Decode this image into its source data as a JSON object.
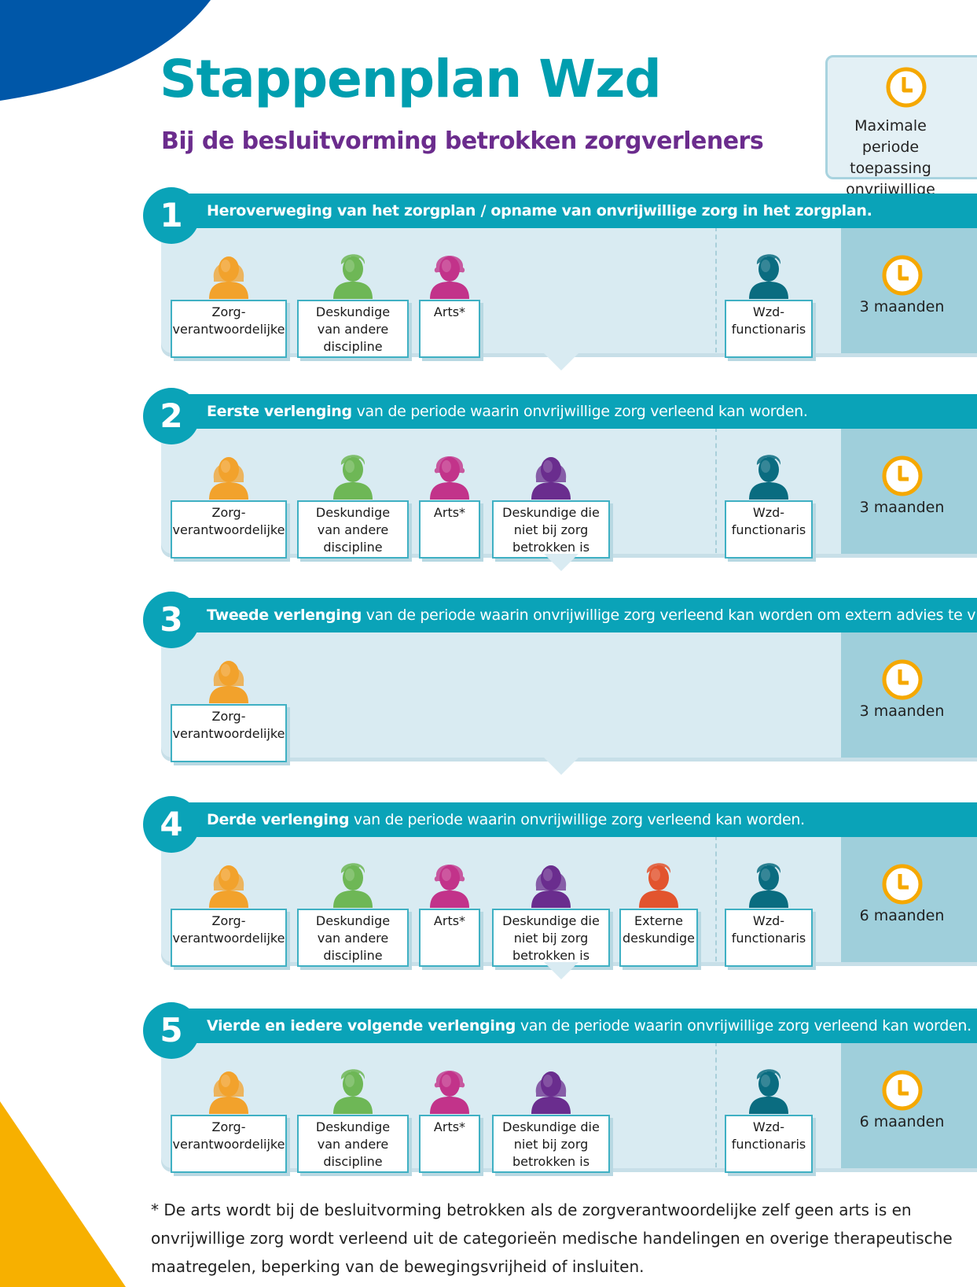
{
  "header": {
    "title": "Stappenplan Wzd",
    "subtitle": "Bij de besluitvorming betrokken zorgverleners"
  },
  "legend": {
    "text_lines": [
      "Maximale periode",
      "toepassing",
      "onvrijwillige zorg"
    ],
    "icon": "clock-icon"
  },
  "colors": {
    "teal": "#0aa3b8",
    "panel": "#d9ebf2",
    "period_column": "#9fcfdb",
    "zorgverantwoordelijke": "#f2a22c",
    "deskundige_andere_discipline": "#6eb756",
    "arts": "#c2338a",
    "deskundige_niet_betrokken": "#6a2d8e",
    "externe_deskundige": "#e2542e",
    "wzd_functionaris": "#0a6c80",
    "clock": "#f5a800"
  },
  "roles": {
    "zorg": [
      "Zorg-",
      "verantwoordelijke"
    ],
    "desk": [
      "Deskundige",
      "van andere",
      "discipline"
    ],
    "arts": [
      "Arts*"
    ],
    "niet": [
      "Deskundige die",
      "niet bij zorg",
      "betrokken is"
    ],
    "ext": [
      "Externe",
      "deskundige"
    ],
    "wzd": [
      "Wzd-",
      "functionaris"
    ]
  },
  "steps": [
    {
      "number": "1",
      "bold": "Heroverweging van het zorgplan / opname van onvrijwillige zorg in het zorgplan.",
      "rest": "",
      "period": "3 maanden",
      "roles": [
        "zorg",
        "desk",
        "arts",
        "wzd"
      ]
    },
    {
      "number": "2",
      "bold": "Eerste verlenging",
      "rest": " van de periode waarin onvrijwillige zorg verleend kan worden.",
      "period": "3 maanden",
      "roles": [
        "zorg",
        "desk",
        "arts",
        "niet",
        "wzd"
      ]
    },
    {
      "number": "3",
      "bold": "Tweede verlenging",
      "rest": " van de periode waarin onvrijwillige zorg verleend kan worden om extern advies te vragen.",
      "period": "3 maanden",
      "roles": [
        "zorg"
      ]
    },
    {
      "number": "4",
      "bold": "Derde verlenging",
      "rest": " van de periode waarin onvrijwillige zorg verleend kan worden.",
      "period": "6 maanden",
      "roles": [
        "zorg",
        "desk",
        "arts",
        "niet",
        "ext",
        "wzd"
      ]
    },
    {
      "number": "5",
      "bold": "Vierde en iedere volgende verlenging",
      "rest": " van de periode waarin onvrijwillige zorg verleend kan worden.",
      "period": "6 maanden",
      "roles": [
        "zorg",
        "desk",
        "arts",
        "niet",
        "wzd"
      ]
    }
  ],
  "footnote": [
    "* De arts wordt bij de besluitvorming betrokken als de zorgverantwoordelijke zelf geen arts is en",
    "onvrijwillige zorg wordt verleend uit de categorieën medische handelingen en overige therapeutische",
    "maatregelen, beperking van de bewegingsvrijheid of insluiten."
  ]
}
